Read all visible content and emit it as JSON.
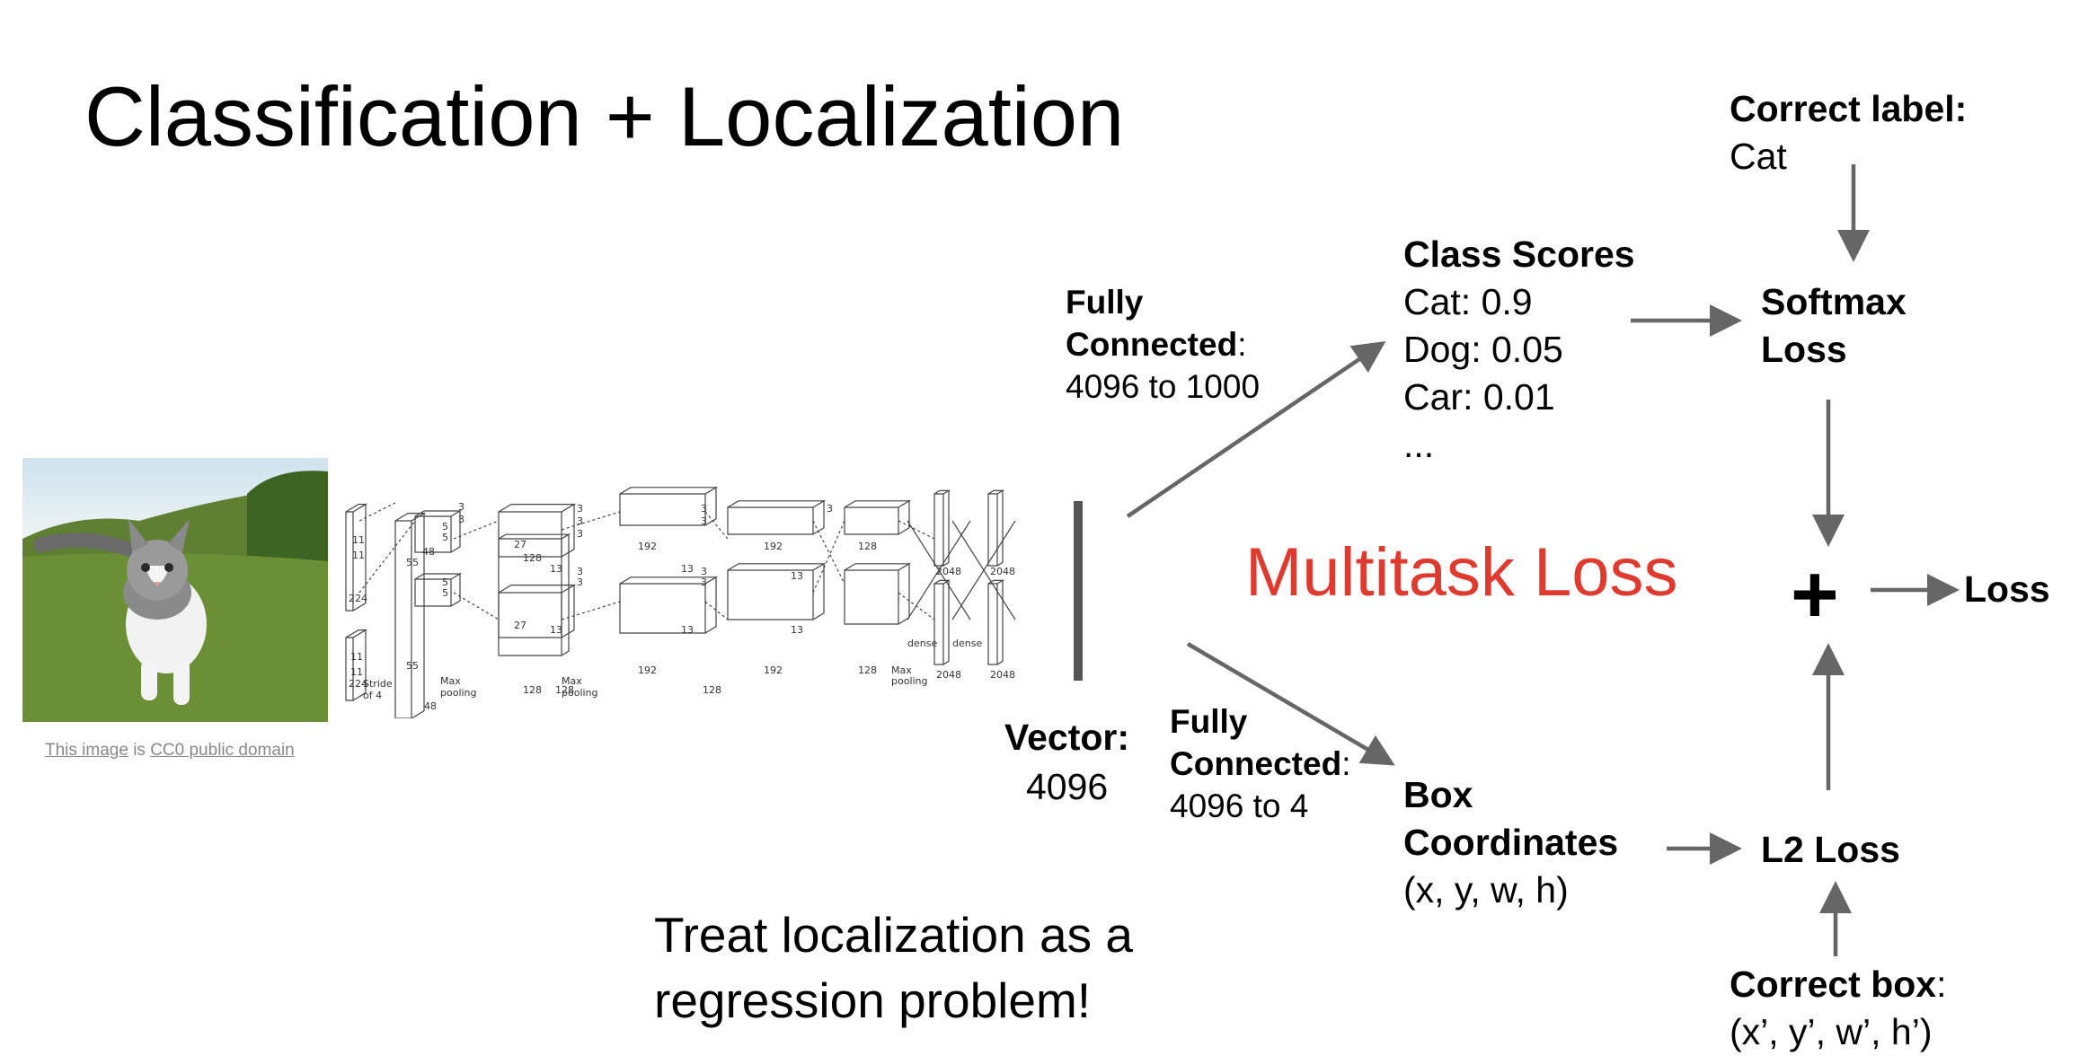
{
  "title": "Classification + Localization",
  "credit": {
    "link1": "This image",
    "mid": " is ",
    "link2": "CC0 public domain"
  },
  "network": {
    "labels": [
      "3",
      "3",
      "3",
      "3",
      "3",
      "3",
      "3",
      "3",
      "3",
      "3",
      "3",
      "3",
      "5",
      "5",
      "5",
      "5",
      "11",
      "11",
      "11",
      "11",
      "55",
      "55",
      "224",
      "224",
      "27",
      "27",
      "13",
      "13",
      "13",
      "13",
      "13",
      "13",
      "48",
      "48",
      "128",
      "128",
      "128",
      "128",
      "192",
      "192",
      "192",
      "192",
      "128",
      "128",
      "2048",
      "2048",
      "2048",
      "2048",
      "Stride",
      "of 4",
      "Max",
      "pooling",
      "Max",
      "pooling",
      "dense",
      "dense",
      "Max",
      "pooling"
    ]
  },
  "vector": {
    "label": "Vector:",
    "value": "4096"
  },
  "fc_top": {
    "line1": "Fully",
    "line2": "Connected",
    "colon": ":",
    "dims": "4096 to 1000"
  },
  "fc_bottom": {
    "line1": "Fully",
    "line2": "Connected",
    "colon": ":",
    "dims": "4096 to 4"
  },
  "class_scores": {
    "heading": "Class Scores",
    "items": [
      "Cat: 0.9",
      "Dog: 0.05",
      "Car: 0.01",
      "..."
    ]
  },
  "box_coords": {
    "line1": "Box",
    "line2": "Coordinates",
    "value": "(x, y, w, h)"
  },
  "correct_label": {
    "heading": "Correct label:",
    "value": "Cat"
  },
  "softmax": {
    "line1": "Softmax",
    "line2": "Loss"
  },
  "l2": {
    "label": "L2 Loss"
  },
  "correct_box": {
    "heading": "Correct box",
    "colon": ":",
    "value": "(x’, y’, w’, h’)"
  },
  "plus": "+",
  "loss": "Loss",
  "multitask": "Multitask Loss",
  "treat": {
    "line1": "Treat localization as a",
    "line2": "regression problem!"
  },
  "colors": {
    "arrow": "#666666",
    "accent": "#e03a2e",
    "text": "#000000"
  }
}
